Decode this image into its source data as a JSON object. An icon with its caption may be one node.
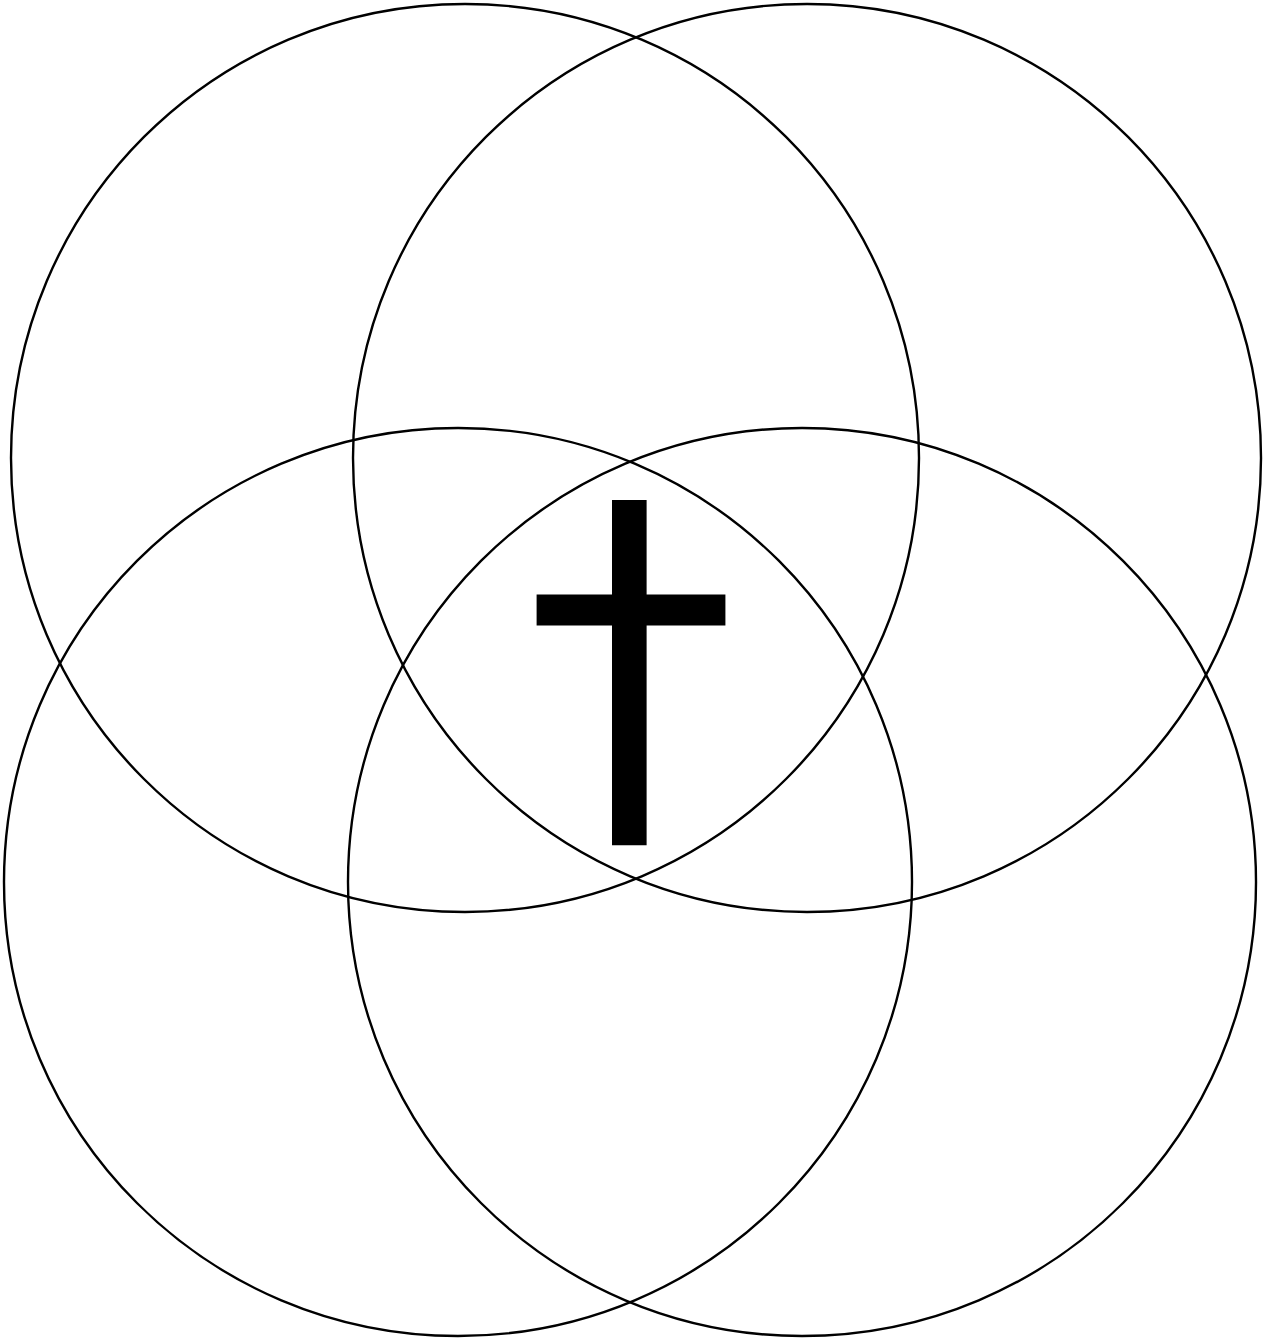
{
  "diagram": {
    "nodes": [
      {
        "text": [],
        "shape": "circle"
      },
      {
        "text": [],
        "shape": "circle"
      },
      {
        "text": [],
        "shape": "circle"
      },
      {
        "text": [],
        "shape": "circle"
      },
      {
        "text": [],
        "shape": "cross"
      }
    ]
  }
}
